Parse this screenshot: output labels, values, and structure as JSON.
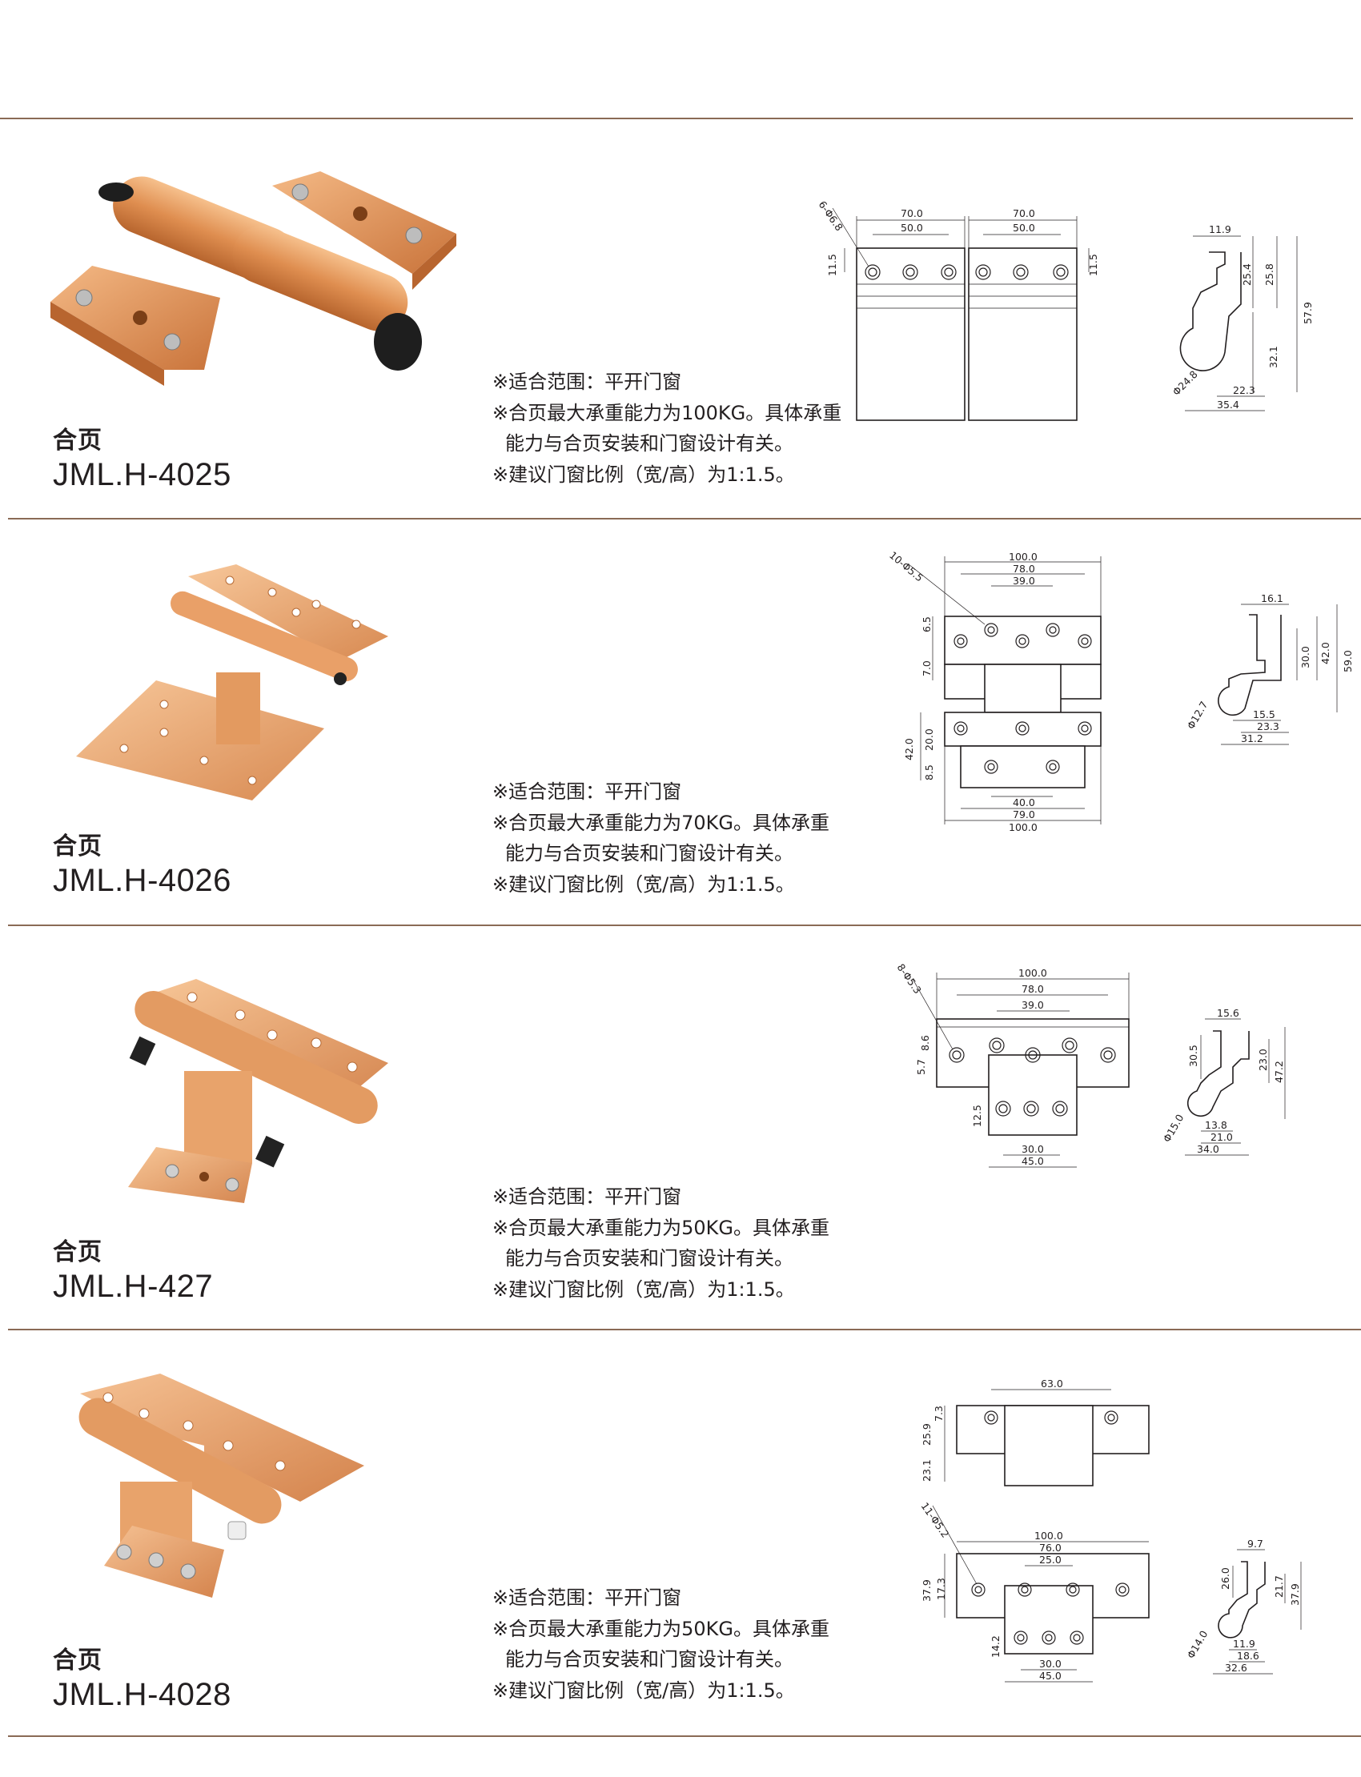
{
  "colors": {
    "rule": "#8a6a55",
    "hinge_light": "#f2b17a",
    "hinge_mid": "#dc8a4c",
    "hinge_dark": "#a65a2a",
    "text": "#231f20"
  },
  "products": [
    {
      "name": "合页",
      "model": "JML.H-4025",
      "notes": [
        "※适合范围：平开门窗",
        "※合页最大承重能力为100KG。具体承重",
        "能力与合页安装和门窗设计有关。",
        "※建议门窗比例（宽/高）为1:1.5。"
      ],
      "drawing": {
        "holes": "6-Φ6.8",
        "top": [
          "70.0",
          "50.0",
          "70.0",
          "50.0"
        ],
        "side": [
          "11.5",
          "11.5"
        ],
        "profile": [
          "11.9",
          "25.4",
          "25.8",
          "57.9",
          "32.1",
          "Φ24.8",
          "22.3",
          "35.4"
        ]
      }
    },
    {
      "name": "合页",
      "model": "JML.H-4026",
      "notes": [
        "※适合范围：平开门窗",
        "※合页最大承重能力为70KG。具体承重",
        "能力与合页安装和门窗设计有关。",
        "※建议门窗比例（宽/高）为1:1.5。"
      ],
      "drawing": {
        "holes": "10-Φ5.5",
        "top": [
          "100.0",
          "78.0",
          "39.0"
        ],
        "side": [
          "6.5",
          "7.0",
          "42.0",
          "20.0",
          "8.5"
        ],
        "bottom": [
          "40.0",
          "79.0",
          "100.0"
        ],
        "profile": [
          "16.1",
          "30.0",
          "42.0",
          "59.0",
          "Φ12.7",
          "15.5",
          "23.3",
          "31.2"
        ]
      }
    },
    {
      "name": "合页",
      "model": "JML.H-427",
      "notes": [
        "※适合范围：平开门窗",
        "※合页最大承重能力为50KG。具体承重",
        "能力与合页安装和门窗设计有关。",
        "※建议门窗比例（宽/高）为1:1.5。"
      ],
      "drawing": {
        "holes": "8-Φ5.3",
        "top": [
          "100.0",
          "78.0",
          "39.0"
        ],
        "side": [
          "5.7",
          "8.6",
          "12.5"
        ],
        "bottom": [
          "30.0",
          "45.0"
        ],
        "profile": [
          "15.6",
          "30.5",
          "23.0",
          "47.2",
          "Φ15.0",
          "13.8",
          "21.0",
          "34.0"
        ]
      }
    },
    {
      "name": "合页",
      "model": "JML.H-4028",
      "notes": [
        "※适合范围：平开门窗",
        "※合页最大承重能力为50KG。具体承重",
        "能力与合页安装和门窗设计有关。",
        "※建议门窗比例（宽/高）为1:1.5。"
      ],
      "drawing": {
        "holes": "11-Φ5.2",
        "upper": [
          "63.0",
          "7.3",
          "25.9",
          "23.1"
        ],
        "top": [
          "100.0",
          "76.0",
          "25.0"
        ],
        "side": [
          "37.9",
          "17.3",
          "14.2"
        ],
        "bottom": [
          "30.0",
          "45.0"
        ],
        "profile": [
          "9.7",
          "26.0",
          "21.7",
          "37.9",
          "Φ14.0",
          "11.9",
          "18.6",
          "32.6"
        ]
      }
    }
  ]
}
